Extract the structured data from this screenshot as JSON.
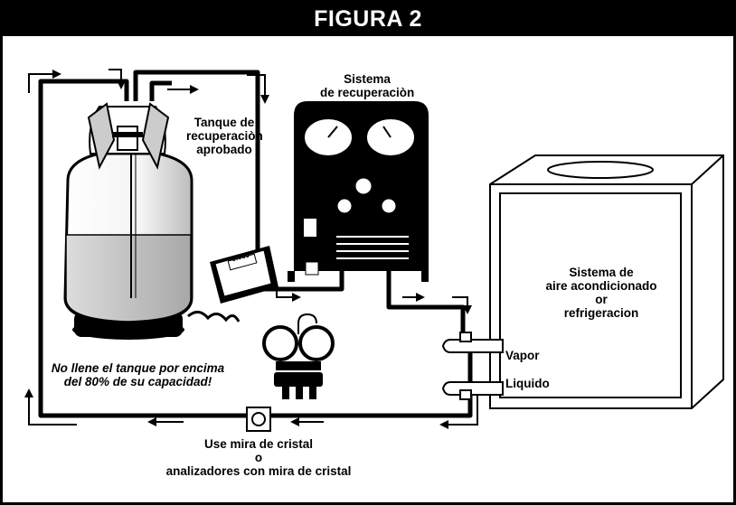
{
  "figure": {
    "title": "FIGURA 2"
  },
  "labels": {
    "recovery_system": [
      "Sistema",
      "de recuperaciòn"
    ],
    "tank": [
      "Tanque de",
      "recuperaciòn",
      "aprobado"
    ],
    "ac_system": [
      "Sistema de",
      "aire acondicionado",
      "or",
      "refrigeracion"
    ],
    "vapor": "Vapor",
    "liquid": "Liquido",
    "warning": [
      "No llene el tanque por encima",
      "del 80% de su capacidad!"
    ],
    "sight_glass": [
      "Use mira de cristal",
      "o",
      "analizadores con mira de cristal"
    ],
    "scale_display": "0.000"
  },
  "colors": {
    "ink": "#000000",
    "liquid_fill": "#c8c8c8",
    "background": "#ffffff"
  }
}
